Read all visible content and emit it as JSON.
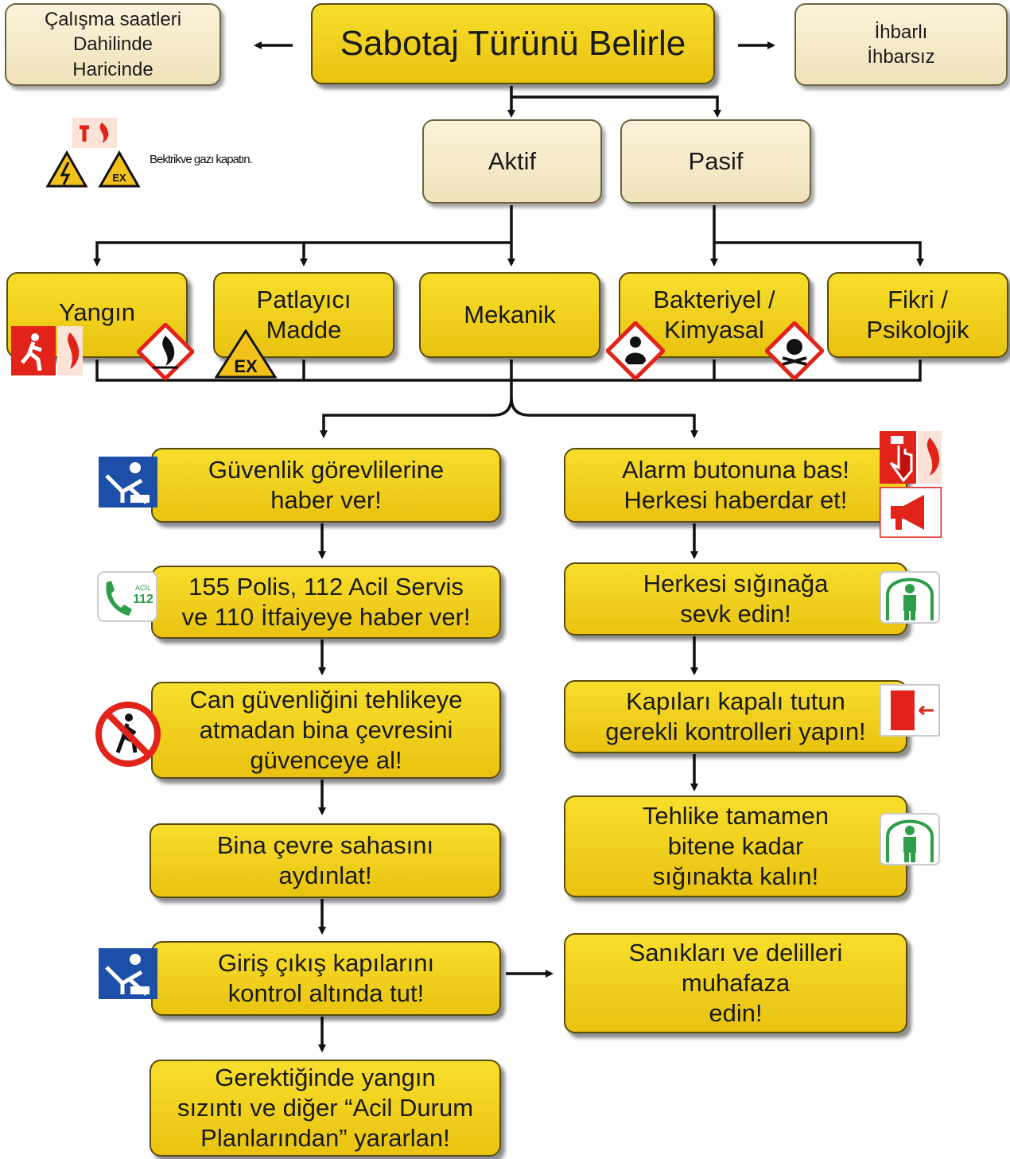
{
  "top": {
    "title": "Sabotaj Türünü Belirle",
    "left_box": "Çalışma saatleri\nDahilinde\nHaricinde",
    "right_box": "İhbarlı\nİhbarsız",
    "electric_note": "Bektrikve gazı kapatın."
  },
  "modes": {
    "active": "Aktif",
    "passive": "Pasif"
  },
  "types": [
    "Yangın",
    "Patlayıcı\nMadde",
    "Mekanik",
    "Bakteriyel /\nKimyasal",
    "Fikri /\nPsikolojik"
  ],
  "left_steps": [
    "Güvenlik görevlilerine\nhaber ver!",
    "155 Polis, 112 Acil Servis\nve 110 İtfaiyeye haber ver!",
    "Can güvenliğini tehlikeye\natmadan bina çevresini\ngüvenceye al!",
    "Bina çevre sahasını\naydınlat!",
    "Giriş çıkış kapılarını\nkontrol altında tut!",
    "Gerektiğinde yangın\nsızıntı ve diğer “Acil Durum\nPlanlarından” yararlan!"
  ],
  "right_steps": [
    "Alarm butonuna bas!\nHerkesi haberdar et!",
    "Herkesi sığınağa\nsevk edin!",
    "Kapıları kapalı tutun\ngerekli kontrolleri yapın!",
    "Tehlike tamamen\nbitene kadar\nsığınakta kalın!",
    "Sanıkları ve delilleri\nmuhafaza\nedin!"
  ],
  "icon_labels": {
    "acil": "ACİL",
    "acil_number": "112",
    "ex": "EX"
  },
  "colors": {
    "box_fill": "#f2d21e",
    "box_border": "#5a4a10",
    "beige_fill": "#f6ecce",
    "connector": "#111111",
    "sign_red": "#e2231a",
    "sign_blue": "#1d4fa8",
    "sign_green": "#2e9e4a"
  }
}
